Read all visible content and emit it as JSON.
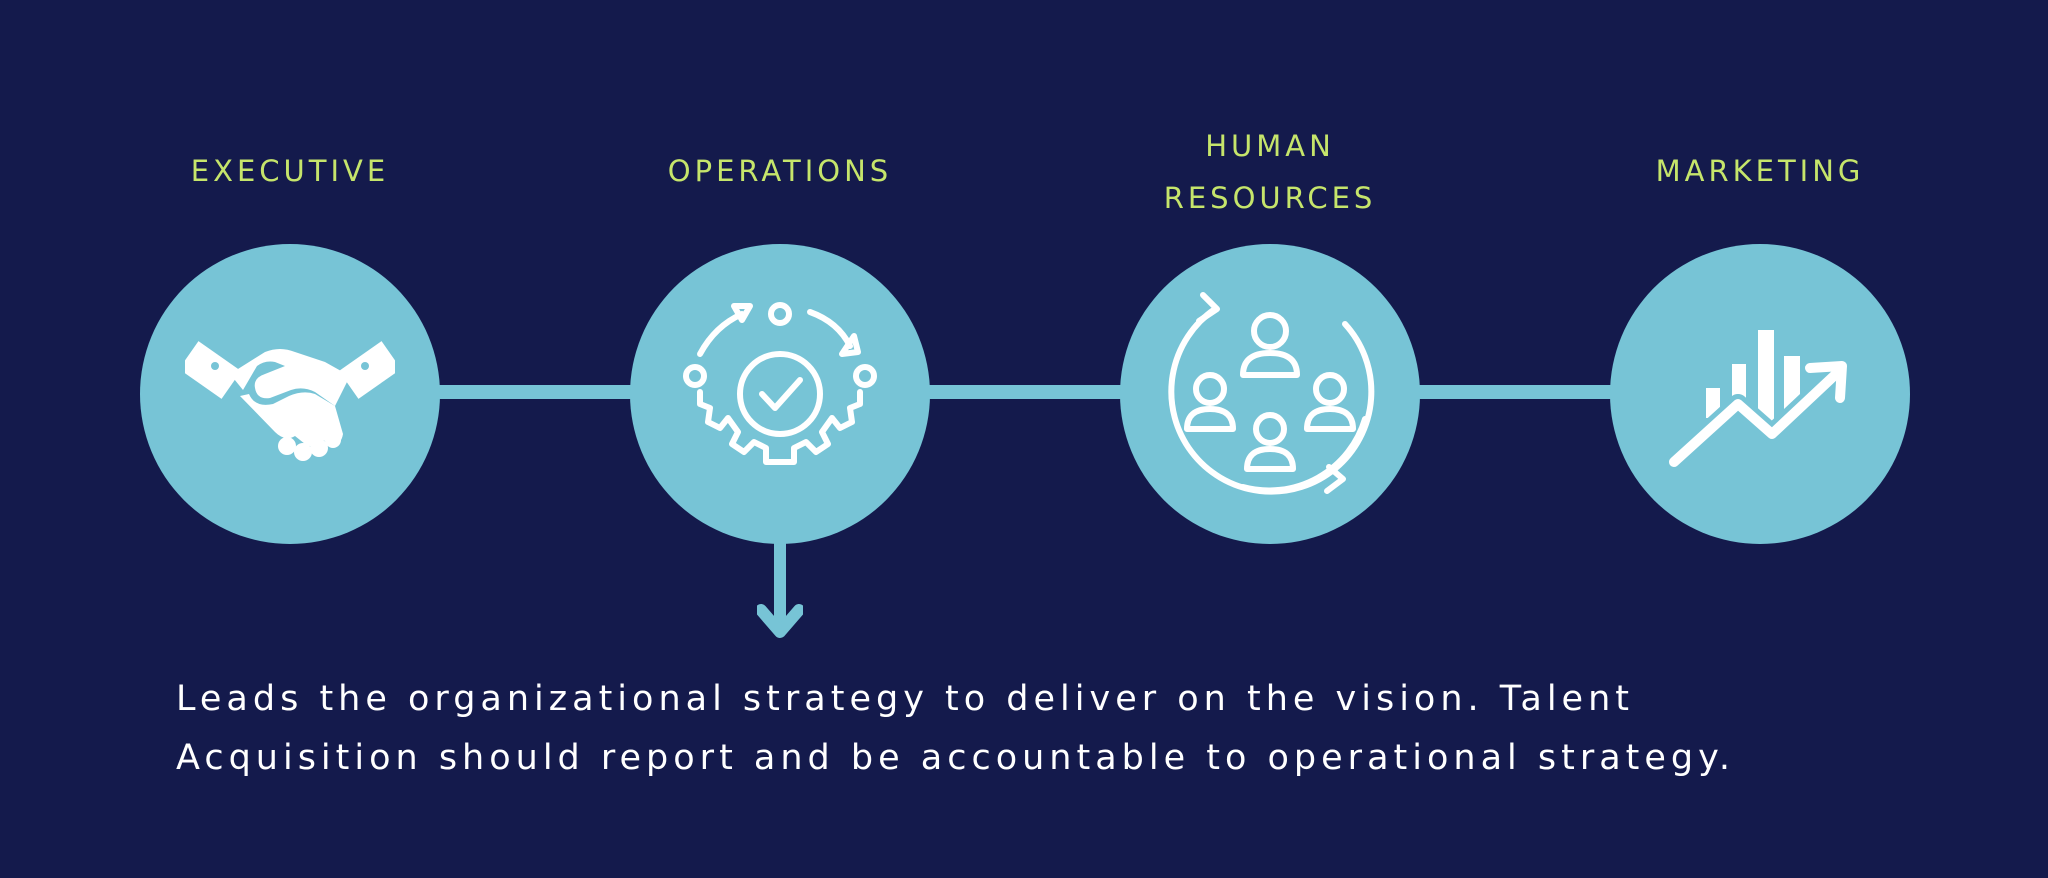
{
  "colors": {
    "background": "#141a4c",
    "accent": "#77c4d6",
    "label": "#c6e56b",
    "text": "#ffffff"
  },
  "stages": [
    {
      "label": "EXECUTIVE",
      "icon": "handshake-icon"
    },
    {
      "label": "OPERATIONS",
      "icon": "gear-process-icon"
    },
    {
      "label": "HUMAN\nRESOURCES",
      "icon": "team-cycle-icon"
    },
    {
      "label": "MARKETING",
      "icon": "growth-chart-icon"
    }
  ],
  "description": "Leads the organizational strategy to deliver on the vision. Talent Acquisition should report and be accountable to operational strategy."
}
